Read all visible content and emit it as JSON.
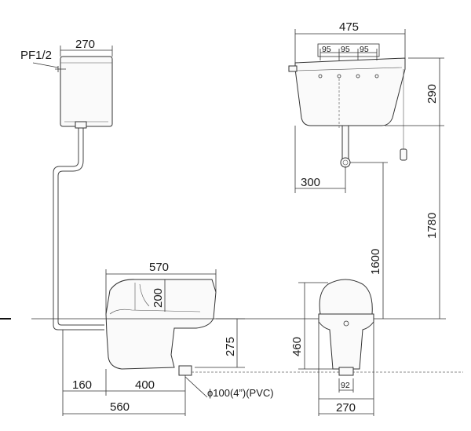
{
  "labels": {
    "inlet": "PF1/2",
    "tank_width_side": "270",
    "tank_width_front": "475",
    "hole_spacing_1": "95",
    "hole_spacing_2": "95",
    "hole_spacing_3": "95",
    "tank_height": "290",
    "outlet_offset": "300",
    "tank_mount_height": "1780",
    "flush_pipe_height": "1600",
    "pan_length_top": "570",
    "pan_rim_height": "200",
    "pan_height": "275",
    "front_height": "460",
    "rear_offset": "160",
    "outlet_distance": "400",
    "total_length": "560",
    "drain_spec": "ϕ100(4”)(PVC)",
    "outlet_diameter": "92",
    "pan_width": "270"
  }
}
